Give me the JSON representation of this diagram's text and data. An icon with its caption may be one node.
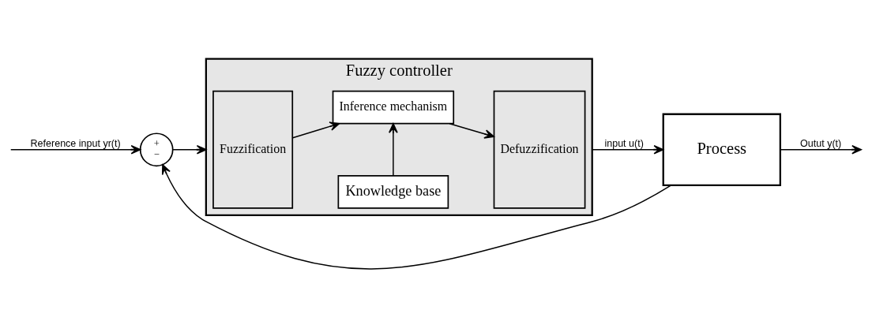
{
  "diagram": {
    "nodes": [
      {
        "text": [
          "+",
          "−"
        ]
      },
      {
        "text": [
          "Fuzzy controller"
        ]
      },
      {
        "text": [
          "Fuzzification"
        ],
        "in": 1
      },
      {
        "text": [
          "Inference mechanism"
        ],
        "in": 1
      },
      {
        "text": [
          "Knowledge base"
        ],
        "in": 1
      },
      {
        "text": [
          "Defuzzification"
        ],
        "in": 1
      },
      {
        "text": [
          "Process"
        ]
      }
    ],
    "edges": [
      {
        "from": null,
        "to": 0,
        "arrow": "to",
        "label": "Reference input yr(t)"
      },
      {
        "from": 0,
        "to": 1,
        "arrow": "to"
      },
      {
        "from": 2,
        "to": 3,
        "arrow": "to"
      },
      {
        "from": 3,
        "to": 5,
        "arrow": "to"
      },
      {
        "from": 4,
        "to": 3,
        "arrow": "to"
      },
      {
        "from": 1,
        "to": 6,
        "arrow": "to",
        "label": "input u(t)"
      },
      {
        "from": 6,
        "to": null,
        "arrow": "to",
        "label": "Outut y(t)"
      },
      {
        "from": 6,
        "to": 0,
        "arrow": "to"
      }
    ]
  }
}
